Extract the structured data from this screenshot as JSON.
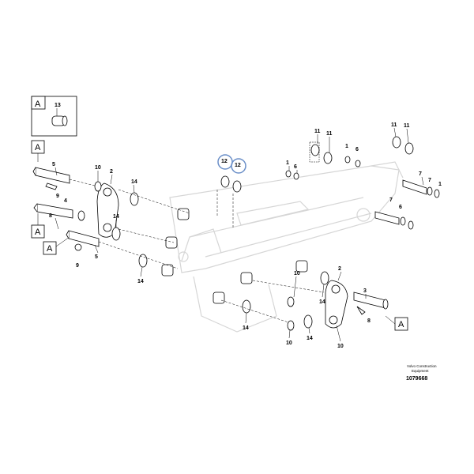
{
  "box_letter": "A",
  "detail_part_number": "13",
  "part_numbers": {
    "p1a": "1",
    "p1b": "1",
    "p1c": "1",
    "p2a": "2",
    "p2b": "2",
    "p3": "3",
    "p4": "4",
    "p5a": "5",
    "p5b": "5",
    "p6a": "6",
    "p6b": "6",
    "p7a": "7",
    "p7b": "7",
    "p7c": "7",
    "p8a": "8",
    "p8b": "8",
    "p9a": "9",
    "p9b": "9",
    "p10a": "10",
    "p10b": "10",
    "p10c": "10",
    "p11a": "11",
    "p11b": "11",
    "p11c": "11",
    "p11d": "11",
    "p12a": "12",
    "p12b": "12",
    "p14a": "14",
    "p14b": "14",
    "p14c": "14",
    "p14d": "14",
    "p14e": "14",
    "p14f": "14"
  },
  "brand_line1": "Volvo Construction",
  "brand_line2": "Equipment",
  "drawing_number": "1079668",
  "highlight_color": "#6b8fc8"
}
